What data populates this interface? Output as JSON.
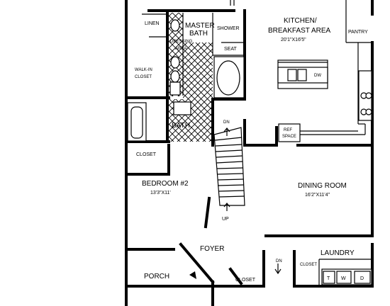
{
  "rooms": {
    "linen": "LINEN",
    "master_bath_l1": "MASTER",
    "master_bath_l2": "BATH",
    "shower": "SHOWER",
    "seat": "SEAT",
    "dressing_l1": "DRESSING",
    "dressing_l2": "AREA",
    "walkin_l1": "WALK-IN",
    "walkin_l2": "CLOSET",
    "kitchen_l1": "KITCHEN/",
    "kitchen_l2": "BREAKFAST AREA",
    "kitchen_dim": "20'1\"X16'5\"",
    "pantry": "PANTRY",
    "dw": "DW",
    "bath": "BATH",
    "ref_l1": "REF",
    "ref_l2": "SPACE",
    "closet_bed": "CLOSET",
    "bedroom": "BEDROOM #2",
    "bedroom_dim": "13'3\"X11'",
    "dining": "DINING ROOM",
    "dining_dim": "16'2\"X11'4\"",
    "stair_dn": "DN",
    "stair_up": "UP",
    "foyer": "FOYER",
    "laundry": "LAUNDRY",
    "porch": "PORCH",
    "closet_foyer": "CLOSET",
    "laundry_dn": "DN",
    "closet_laundry": "CLOSET",
    "t": "T",
    "w": "W",
    "d": "D"
  }
}
